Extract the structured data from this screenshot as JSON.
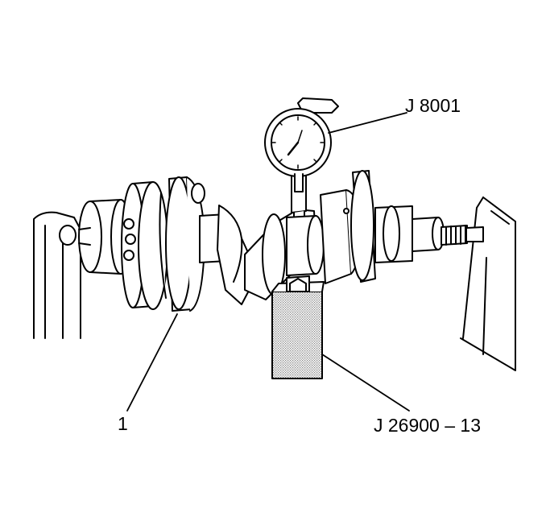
{
  "callouts": {
    "gauge": "J 8001",
    "item_1": "1",
    "fixture": "J 26900 – 13"
  },
  "colors": {
    "line": "#000000",
    "fill": "#ffffff",
    "stipple": "#9a9a9a"
  }
}
